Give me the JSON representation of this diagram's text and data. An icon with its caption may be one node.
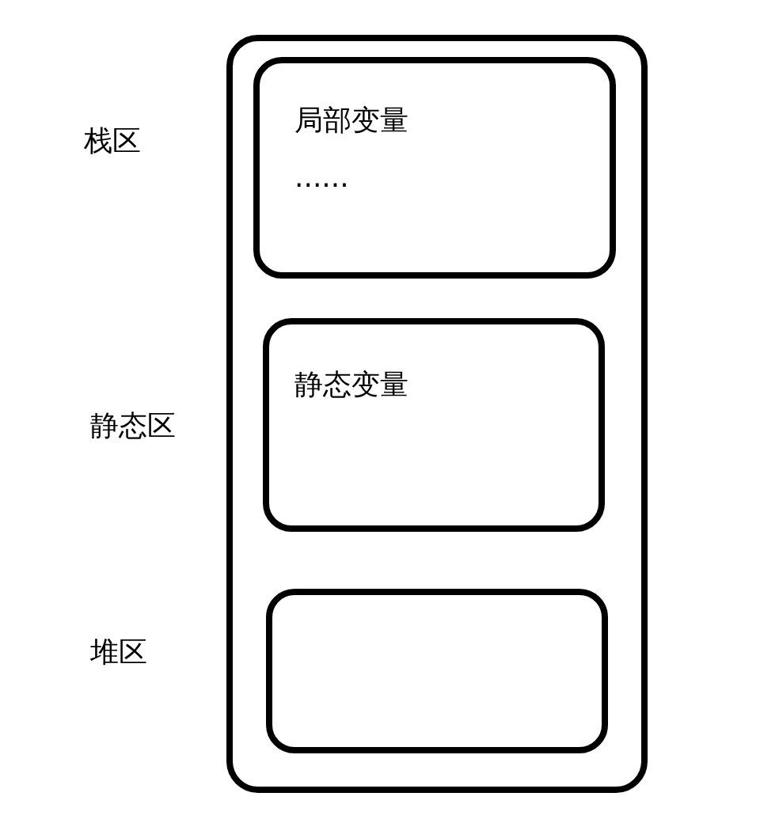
{
  "diagram": {
    "nodes": [
      {
        "text": [],
        "shape": "box"
      },
      {
        "text": [
          "局部变量",
          "......"
        ],
        "in": 0
      },
      {
        "text": [
          "静态变量"
        ],
        "in": 0
      },
      {
        "text": [],
        "shape": "box",
        "in": 0
      }
    ],
    "labels": [
      "栈区",
      "静态区",
      "堆区"
    ]
  }
}
